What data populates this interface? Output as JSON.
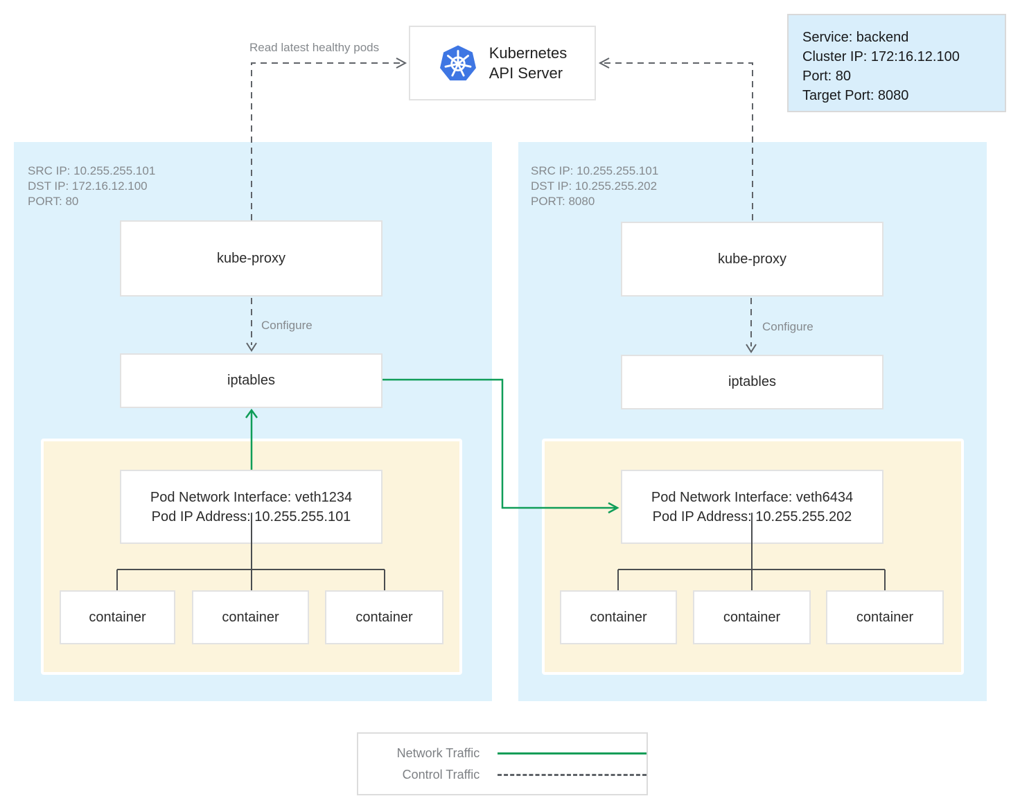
{
  "api_server": {
    "line1": "Kubernetes",
    "line2": "API Server"
  },
  "service_box": {
    "lines": [
      "Service: backend",
      "Cluster IP: 172:16.12.100",
      "Port: 80",
      "Target Port: 8080"
    ]
  },
  "annotations": {
    "read_latest_healthy_pods": "Read latest healthy pods",
    "configure_left": "Configure",
    "configure_right": "Configure"
  },
  "left_node": {
    "meta": [
      "SRC IP: 10.255.255.101",
      "DST IP: 172.16.12.100",
      "PORT: 80"
    ],
    "kube_proxy_label": "kube-proxy",
    "iptables_label": "iptables",
    "pod_interface_line1": "Pod Network Interface: veth1234",
    "pod_interface_line2": "Pod IP Address: 10.255.255.101",
    "containers": [
      "container",
      "container",
      "container"
    ]
  },
  "right_node": {
    "meta": [
      "SRC IP: 10.255.255.101",
      "DST IP: 10.255.255.202",
      "PORT: 8080"
    ],
    "kube_proxy_label": "kube-proxy",
    "iptables_label": "iptables",
    "pod_interface_line1": "Pod Network Interface: veth6434",
    "pod_interface_line2": "Pod IP Address: 10.255.255.202",
    "containers": [
      "container",
      "container",
      "container"
    ]
  },
  "legend": {
    "network_traffic": "Network Traffic",
    "control_traffic": "Control Traffic"
  },
  "colors": {
    "node_background": "#def2fc",
    "pod_background": "#fcf4dc",
    "service_background": "#d9eefb",
    "network_traffic_green": "#0f9d58",
    "control_traffic_gray": "#5f6368",
    "kubernetes_blue": "#3e76e3",
    "box_border": "#e2e2e2",
    "muted_text": "#85898d",
    "dark_text": "#212121"
  }
}
